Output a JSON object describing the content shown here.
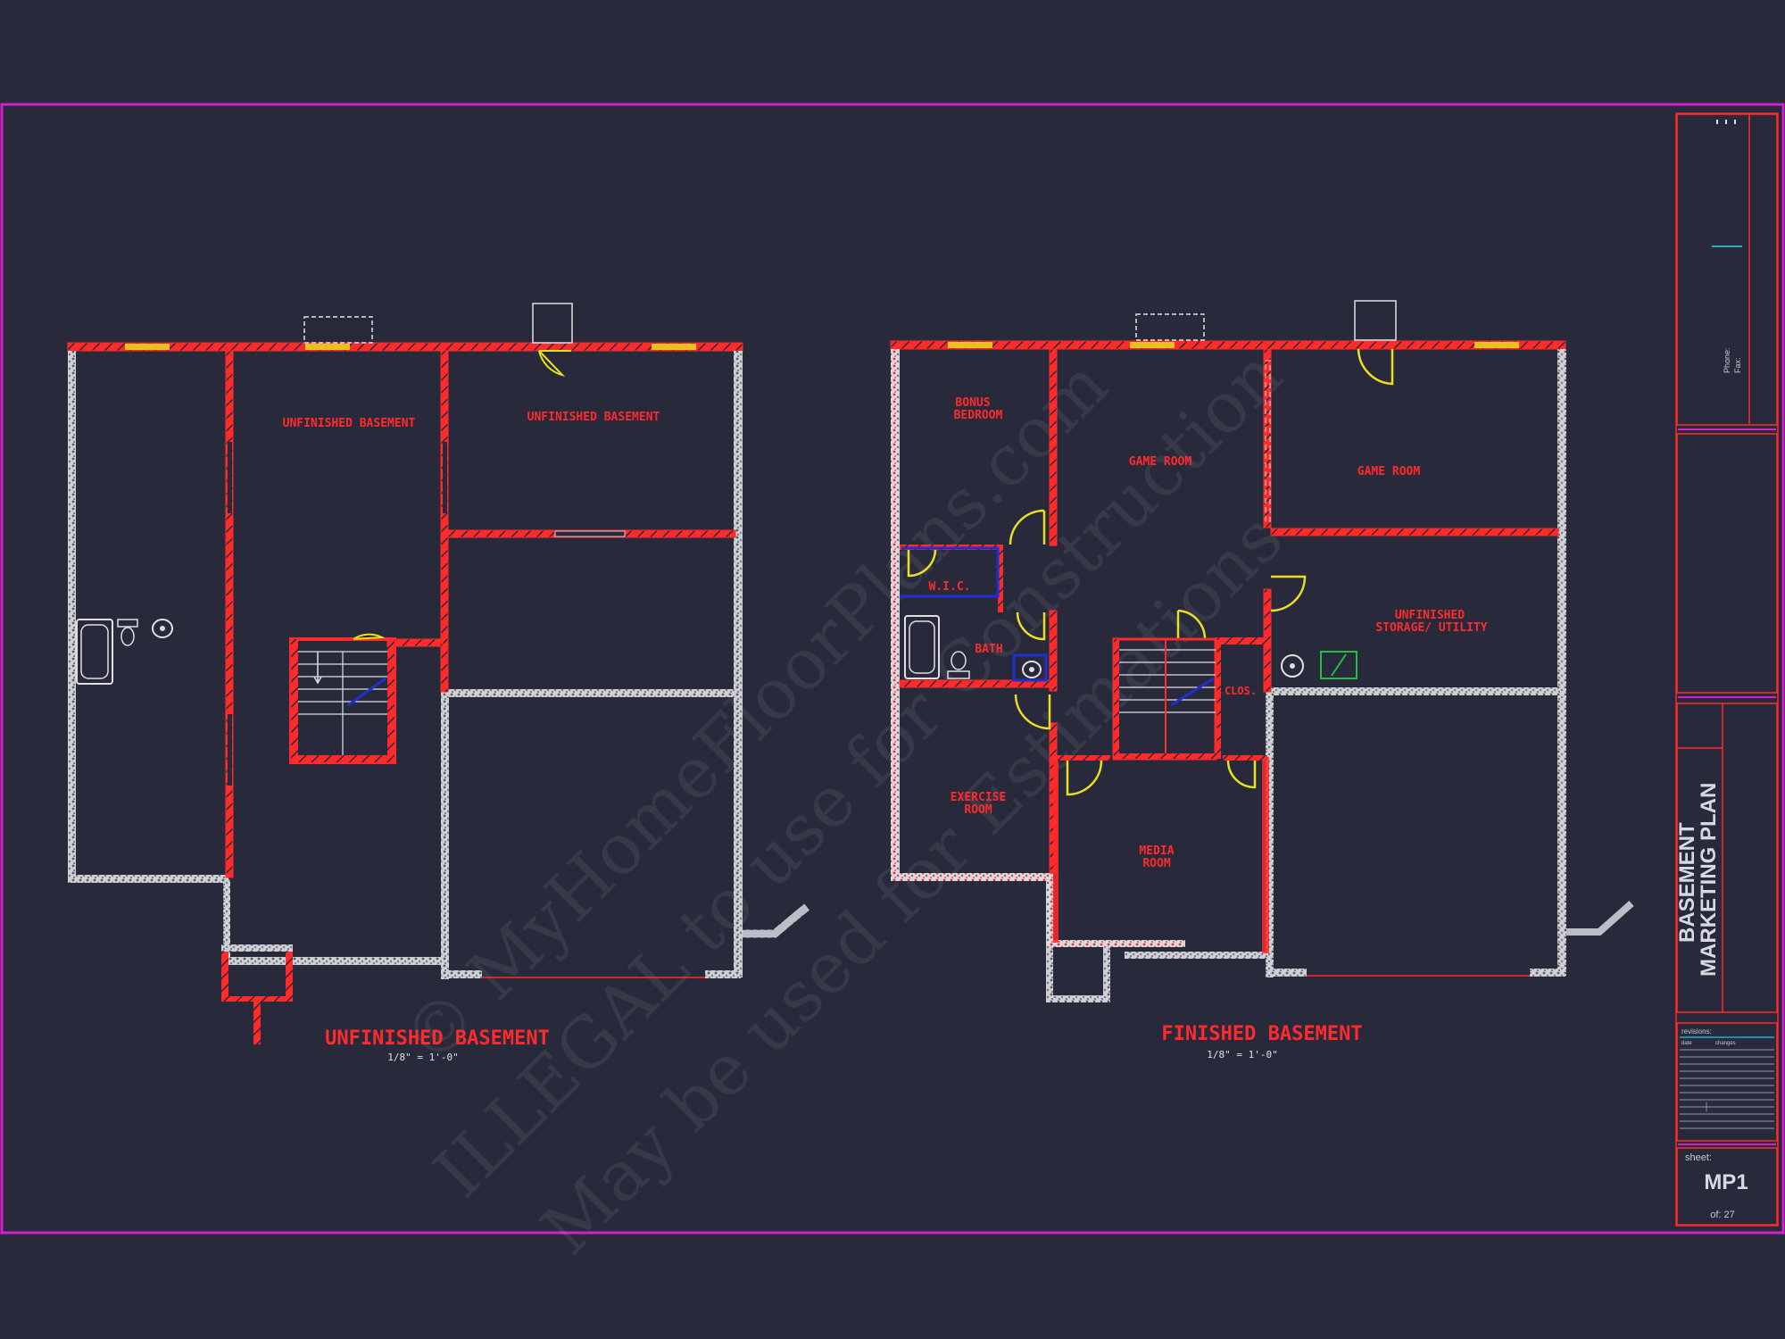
{
  "colors": {
    "background": "#282a3c",
    "border": "#d21fd2",
    "wall": "#ff2a2a",
    "window": "#e8c020",
    "door": "#e8e020",
    "fixture": "#e0e0e0",
    "duct": "#2030d0",
    "equipment": "#20c040"
  },
  "watermark": {
    "line1": "© MyHomeFloorPlans.com",
    "line2": "ILLEGAL to use for Construction",
    "line3": "May be used for Estimations"
  },
  "plans": {
    "unfinished": {
      "title": "UNFINISHED BASEMENT",
      "scale": "1/8\" = 1'-0\"",
      "rooms": {
        "center": "UNFINISHED BASEMENT",
        "right": "UNFINISHED BASEMENT"
      }
    },
    "finished": {
      "title": "FINISHED BASEMENT",
      "scale": "1/8\" = 1'-0\"",
      "rooms": {
        "bonus_line1": "BONUS",
        "bonus_line2": "BEDROOM",
        "game_left": "GAME ROOM",
        "game_right": "GAME ROOM",
        "wic": "W.I.C.",
        "bath": "BATH",
        "storage_line1": "UNFINISHED",
        "storage_line2": "STORAGE/ UTILITY",
        "clos": "CLOS.",
        "exercise_line1": "EXERCISE",
        "exercise_line2": "ROOM",
        "media_line1": "MEDIA",
        "media_line2": "ROOM"
      }
    }
  },
  "title_block": {
    "phone": "Phone:",
    "fax": "Fax:",
    "plan_title_line1": "BASEMENT",
    "plan_title_line2": "MARKETING PLAN",
    "revisions": "revisions:",
    "rev_date": "date",
    "rev_changes": "changes",
    "sheet_label": "sheet:",
    "sheet_id": "MP1",
    "sheet_of": "of: 27"
  }
}
